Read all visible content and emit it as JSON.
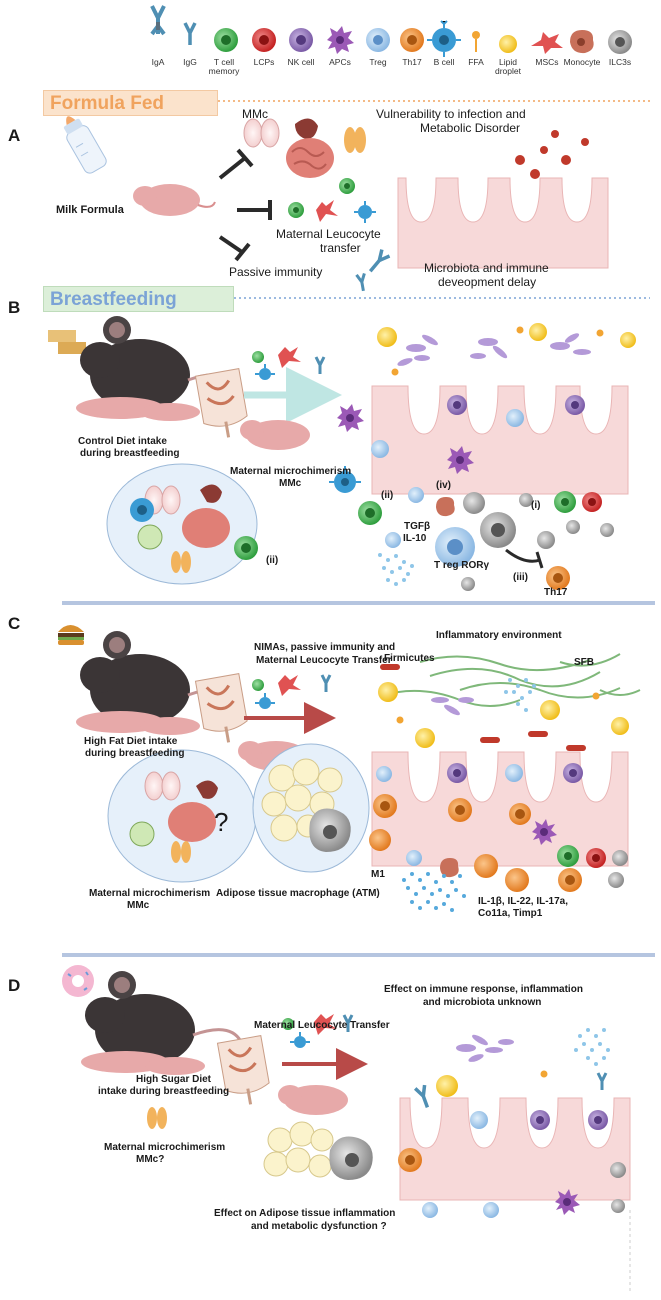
{
  "legend": [
    "IgA",
    "IgG",
    "T cell memory",
    "LCPs",
    "NK cell",
    "APCs",
    "Treg",
    "Th17",
    "B cell",
    "FFA",
    "Lipid droplet",
    "MSCs",
    "Monocyte",
    "ILC3s"
  ],
  "banners": {
    "formula": "Formula Fed",
    "breast": "Breastfeeding"
  },
  "panels": {
    "a": {
      "letter": "A",
      "milk_formula": "Milk Formula",
      "mmc": "MMc",
      "vulnerability": [
        "Vulnerability  to infection and",
        "Metabolic Disorder"
      ],
      "leucocyte": [
        "Maternal Leucocyte",
        "transfer"
      ],
      "passive": "Passive immunity",
      "microbiota": [
        "Microbiota and immune",
        "deveopment delay"
      ]
    },
    "b": {
      "letter": "B",
      "control_diet": [
        "Control Diet intake",
        "during breastfeeding"
      ],
      "mmc": [
        "Maternal microchimerism",
        "MMc"
      ],
      "roman_ii_gut": "(ii)",
      "roman_iv": "(iv)",
      "roman_i": "(i)",
      "roman_ii_circle": "(ii)",
      "roman_iii": "(iii)",
      "cytokines": [
        "TGFβ",
        "IL-10"
      ],
      "treg": "T reg RORγ",
      "th17": "Th17"
    },
    "c": {
      "letter": "C",
      "transfer": [
        "NIMAs, passive immunity  and",
        "Maternal Leucocyte Transfer"
      ],
      "inflam_env": "Inflammatory environment",
      "firmicutes": "Firmicutes",
      "sfb": "SFB",
      "high_fat": [
        "High Fat Diet intake",
        "during breastfeeding"
      ],
      "question": "?",
      "m1": "M1",
      "mmc": [
        "Maternal microchimerism",
        "MMc"
      ],
      "atm": "Adipose tissue macrophage (ATM)",
      "interleukins": [
        "IL-1β, IL-22, IL-17a,",
        "Co11a, Timp1"
      ]
    },
    "d": {
      "letter": "D",
      "effect_immune": [
        "Effect on immune response, inflammation",
        "and microbiota unknown"
      ],
      "transfer": "Maternal Leucocyte Transfer",
      "high_sugar": [
        "High Sugar Diet",
        "intake during breastfeeding"
      ],
      "mmc": [
        "Maternal microchimerism",
        "MMc?"
      ],
      "effect_adipose": [
        "Effect on Adipose tissue inflammation",
        "and metabolic dysfunction ?"
      ]
    }
  },
  "colors": {
    "formula_banner": "#fbe3cc",
    "formula_text": "#f0a35e",
    "breast_banner": "#dcefd9",
    "breast_text": "#7ba3d6",
    "gut_tissue": "#f7d9d9",
    "gut_bg": "#fcebeb",
    "mouse_dark": "#3b3536",
    "pup": "#e7a9a9",
    "arrow_red": "#b84a48",
    "arrow_teal": "#bfe6e3",
    "separator": "#b5c5e0",
    "tcell": "#3cb44b",
    "lcp": "#d63030",
    "nk": "#8e6fb5",
    "apc": "#9b59b6",
    "treg": "#8fbbe6",
    "th17": "#ea8a2f",
    "bcell": "#3a9bd4",
    "ffa": "#f2a533",
    "lipid": "#f4c430",
    "msc": "#e05252",
    "monocyte": "#c8705a",
    "ilc3": "#a0a0a0"
  }
}
